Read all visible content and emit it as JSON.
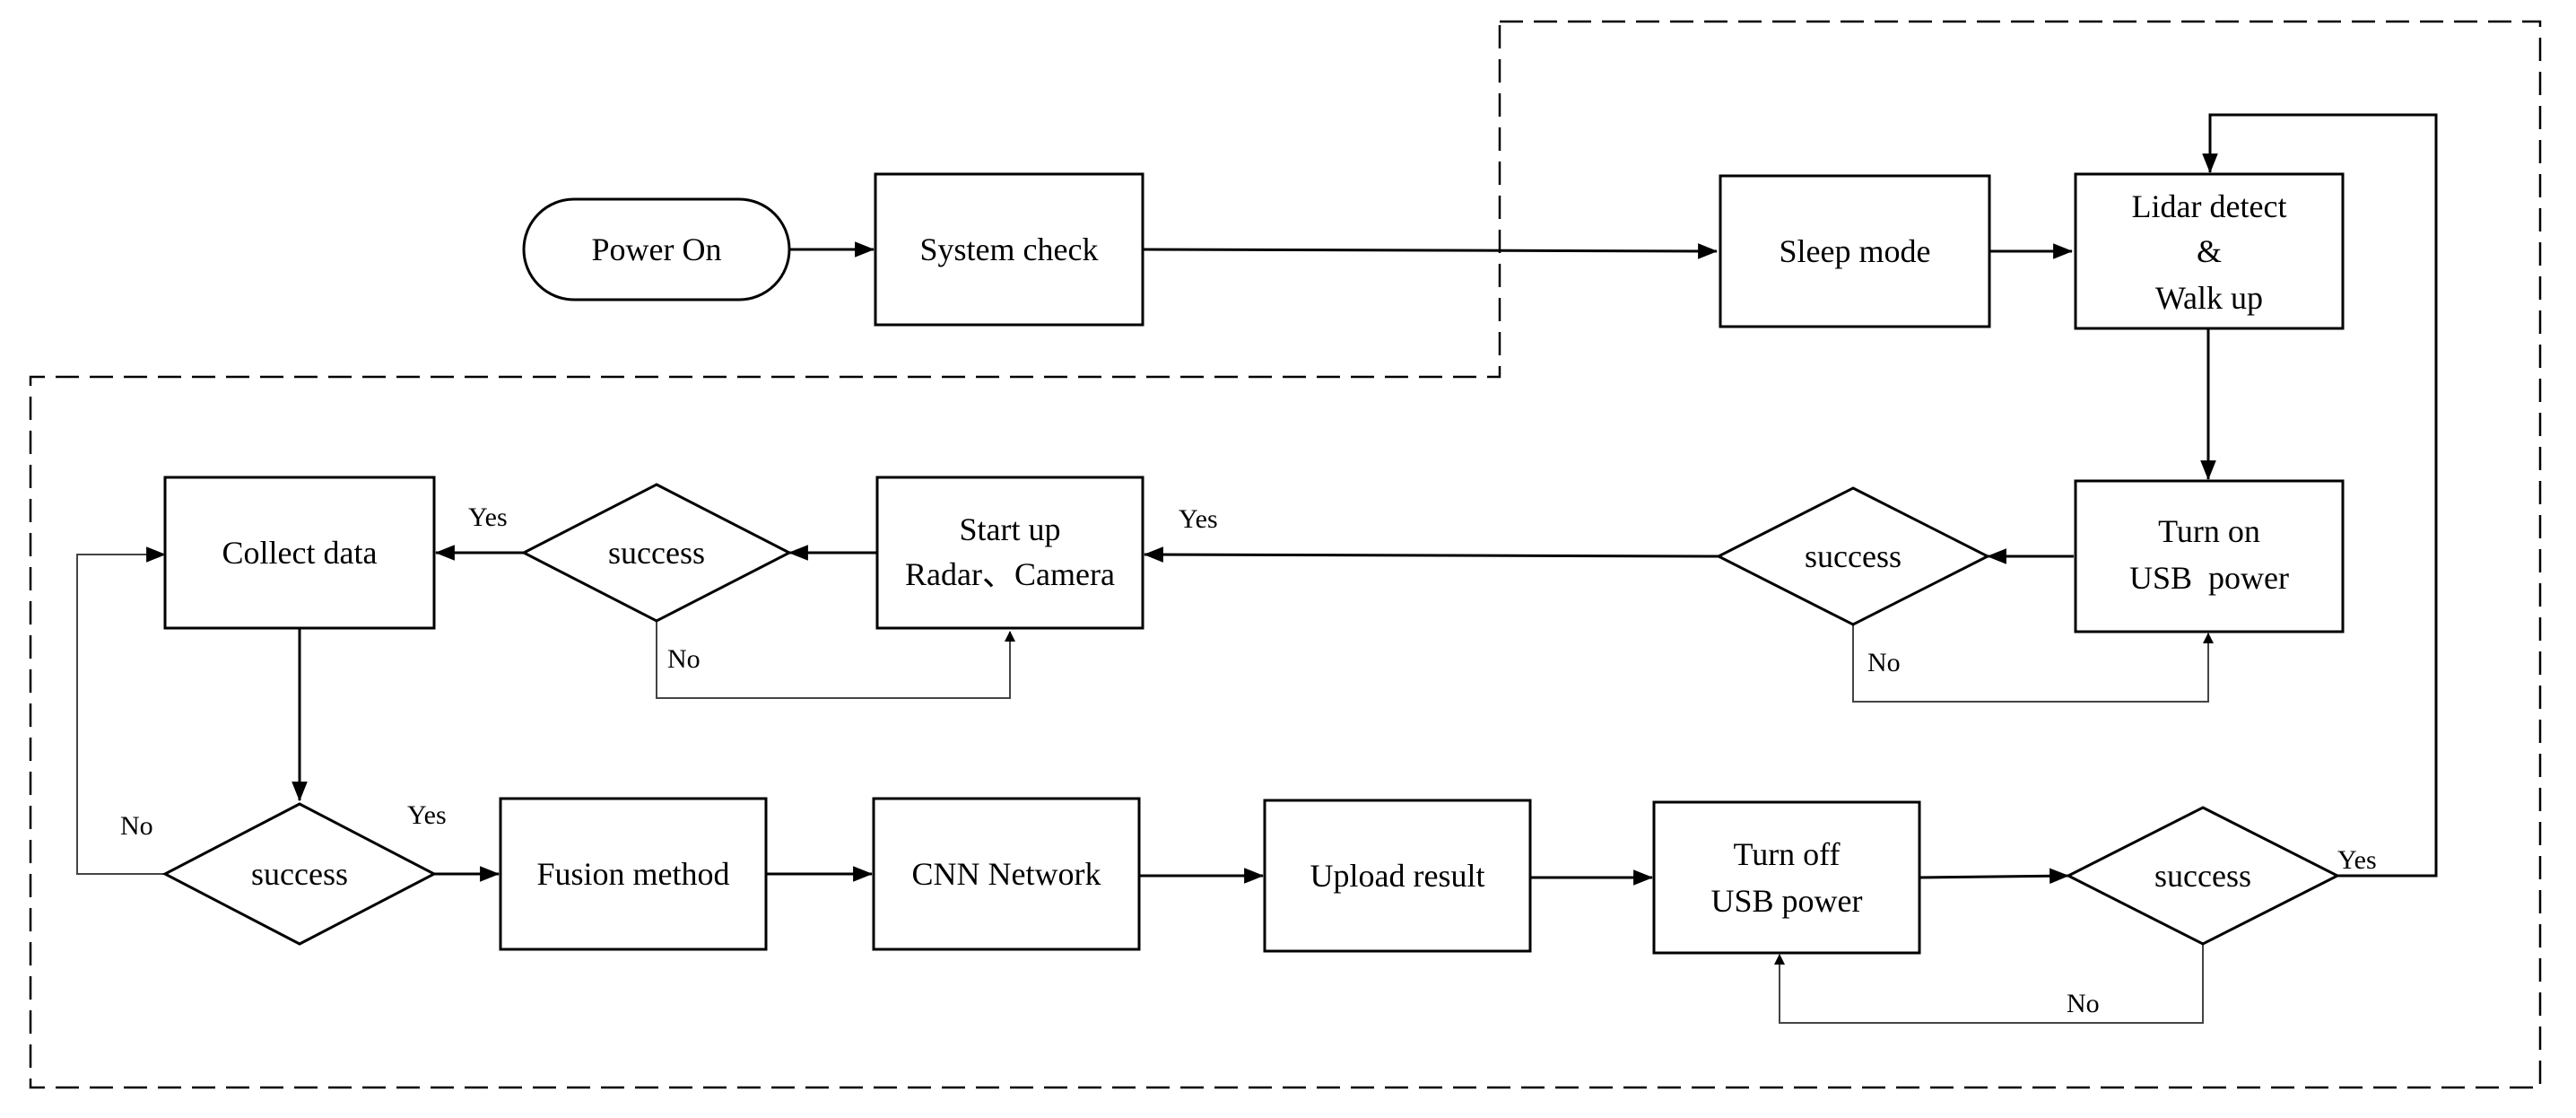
{
  "diagram": {
    "nodes": {
      "power_on": "Power On",
      "system_check": "System check",
      "sleep_mode": "Sleep mode",
      "lidar": [
        "Lidar detect",
        "&",
        "Walk up"
      ],
      "usb_on": [
        "Turn on",
        "USB  power"
      ],
      "success_usb_on": "success",
      "startup": [
        "Start up",
        "Radar、Camera"
      ],
      "success_startup": "success",
      "collect": "Collect data",
      "success_collect": "success",
      "fusion": "Fusion method",
      "cnn": "CNN Network",
      "upload": "Upload result",
      "usb_off": [
        "Turn off",
        "USB power"
      ],
      "success_usb_off": "success"
    },
    "edge_labels": {
      "yes_usb_on": "Yes",
      "no_usb_on": "No",
      "yes_startup": "Yes",
      "no_startup": "No",
      "yes_collect": "Yes",
      "no_collect": "No",
      "yes_usb_off": "Yes",
      "no_usb_off": "No"
    }
  }
}
